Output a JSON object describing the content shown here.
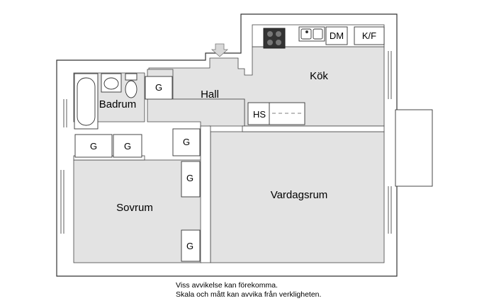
{
  "rooms": {
    "kok": "Kök",
    "hall": "Hall",
    "badrum": "Badrum",
    "sovrum": "Sovrum",
    "vardagsrum": "Vardagsrum"
  },
  "fixtures": {
    "dm": "DM",
    "kf": "K/F",
    "hs": "HS",
    "g": "G"
  },
  "notes": {
    "line1": "Viss avvikelse kan förekomma.",
    "line2": "Skala och mått kan avvika från verkligheten."
  },
  "colors": {
    "floor": "#e3e3e3",
    "wall": "#ffffff",
    "line": "#333333"
  }
}
